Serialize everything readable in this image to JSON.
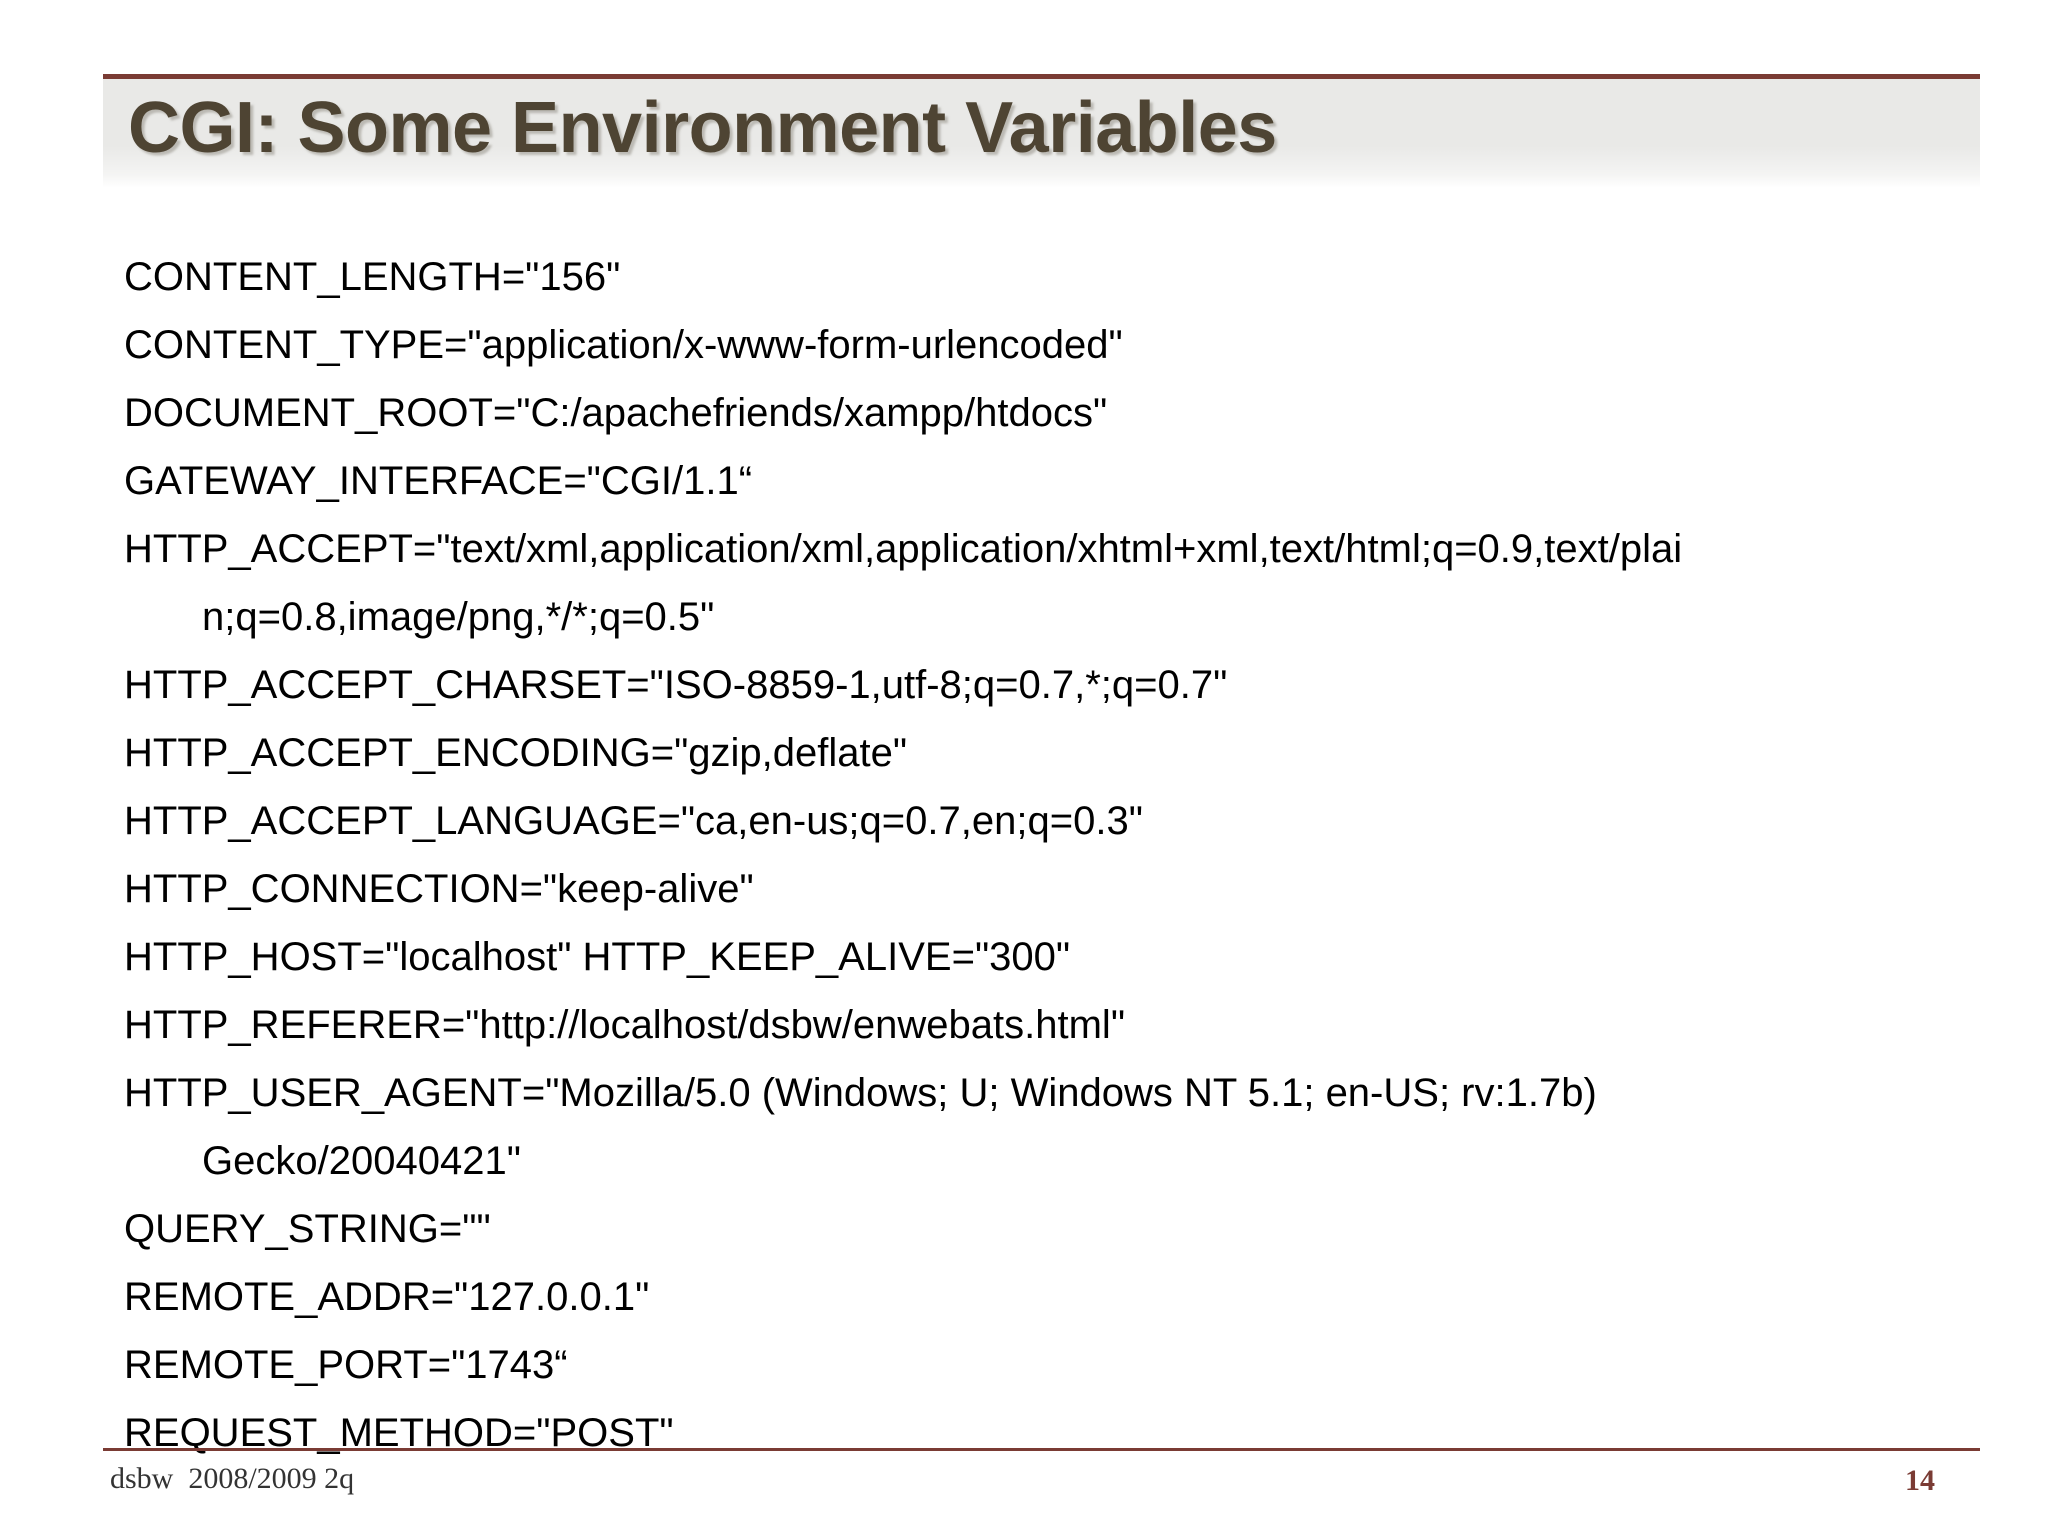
{
  "slide": {
    "title": "CGI: Some Environment Variables",
    "accent_color": "#7a3b34",
    "title_color": "#4e4433",
    "title_band_color": "#e9e9e7",
    "body_color": "#000000",
    "background_color": "#ffffff"
  },
  "body": {
    "lines": [
      {
        "text": "CONTENT_LENGTH=\"156\"",
        "continuation": ""
      },
      {
        "text": "CONTENT_TYPE=\"application/x-www-form-urlencoded\"",
        "continuation": ""
      },
      {
        "text": "DOCUMENT_ROOT=\"C:/apachefriends/xampp/htdocs\"",
        "continuation": ""
      },
      {
        "text": "GATEWAY_INTERFACE=\"CGI/1.1“",
        "continuation": ""
      },
      {
        "text": "HTTP_ACCEPT=\"text/xml,application/xml,application/xhtml+xml,text/html;q=0.9,text/plai",
        "continuation": "n;q=0.8,image/png,*/*;q=0.5\""
      },
      {
        "text": "HTTP_ACCEPT_CHARSET=\"ISO-8859-1,utf-8;q=0.7,*;q=0.7\"",
        "continuation": ""
      },
      {
        "text": "HTTP_ACCEPT_ENCODING=\"gzip,deflate\"",
        "continuation": ""
      },
      {
        "text": "HTTP_ACCEPT_LANGUAGE=\"ca,en-us;q=0.7,en;q=0.3\"",
        "continuation": ""
      },
      {
        "text": "HTTP_CONNECTION=\"keep-alive\"",
        "continuation": ""
      },
      {
        "text": "HTTP_HOST=\"localhost\" HTTP_KEEP_ALIVE=\"300\"",
        "continuation": ""
      },
      {
        "text": "HTTP_REFERER=\"http://localhost/dsbw/enwebats.html\"",
        "continuation": ""
      },
      {
        "text": "HTTP_USER_AGENT=\"Mozilla/5.0 (Windows; U; Windows NT 5.1; en-US; rv:1.7b)",
        "continuation": "Gecko/20040421\""
      },
      {
        "text": "QUERY_STRING=\"\"",
        "continuation": ""
      },
      {
        "text": "REMOTE_ADDR=\"127.0.0.1\"",
        "continuation": ""
      },
      {
        "text": "REMOTE_PORT=\"1743“",
        "continuation": ""
      },
      {
        "text": "REQUEST_METHOD=\"POST\"",
        "continuation": ""
      }
    ]
  },
  "footer": {
    "course": "dsbw  2008/2009 2q",
    "page_number": "14"
  }
}
